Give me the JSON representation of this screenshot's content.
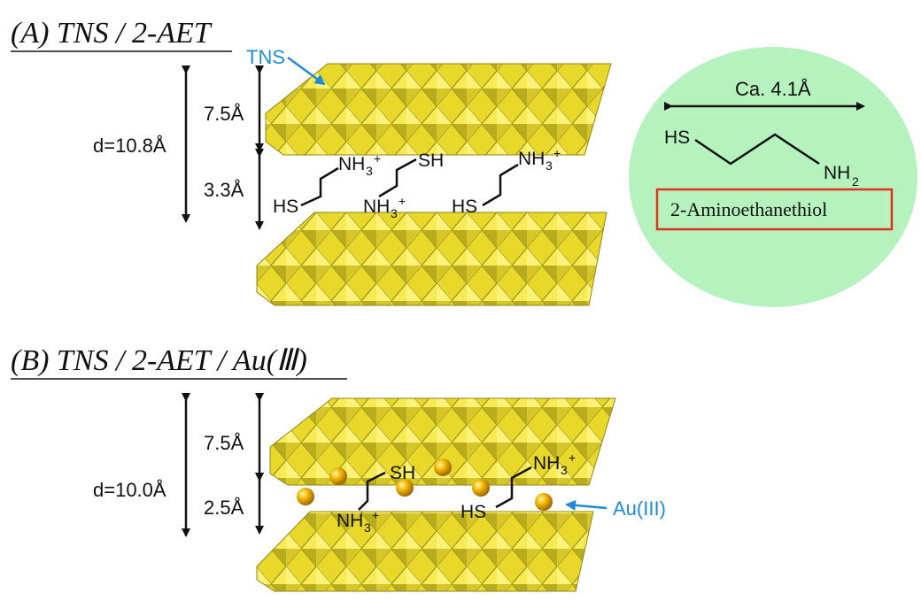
{
  "panel_a": {
    "title": "(A) TNS / 2-AET",
    "tns_label": "TNS",
    "d_label": "d=10.8Å",
    "layer_thickness": "7.5Å",
    "gallery_height": "3.3Å",
    "molecules": [
      {
        "top": "NH",
        "top_sub": "3",
        "top_sup": "+",
        "bottom": "HS"
      },
      {
        "top": "SH",
        "bottom": "NH",
        "bottom_sub": "3",
        "bottom_sup": "+"
      },
      {
        "top": "NH",
        "top_sub": "3",
        "top_sup": "+",
        "bottom": "HS"
      }
    ]
  },
  "inset": {
    "length_label": "Ca. 4.1Å",
    "left_group": "HS",
    "right_group": "NH",
    "right_sub": "2",
    "name": "2-Aminoethanethiol",
    "bg_color": "#b5f2bd",
    "box_color": "#e03020"
  },
  "panel_b": {
    "title": "(B) TNS / 2-AET / Au(Ⅲ)",
    "d_label": "d=10.0Å",
    "layer_thickness": "7.5Å",
    "gallery_height": "2.5Å",
    "au_label": "Au(III)",
    "molecules": [
      {
        "top": "SH",
        "bottom": "NH",
        "bottom_sub": "3",
        "bottom_sup": "+"
      },
      {
        "top": "NH",
        "top_sub": "3",
        "top_sup": "+",
        "bottom": "HS"
      }
    ]
  },
  "colors": {
    "octahedra": "#f0e040",
    "octahedra_dark": "#b8a820",
    "arrow_blue": "#1f8ad8",
    "gold": "#e0a800"
  }
}
